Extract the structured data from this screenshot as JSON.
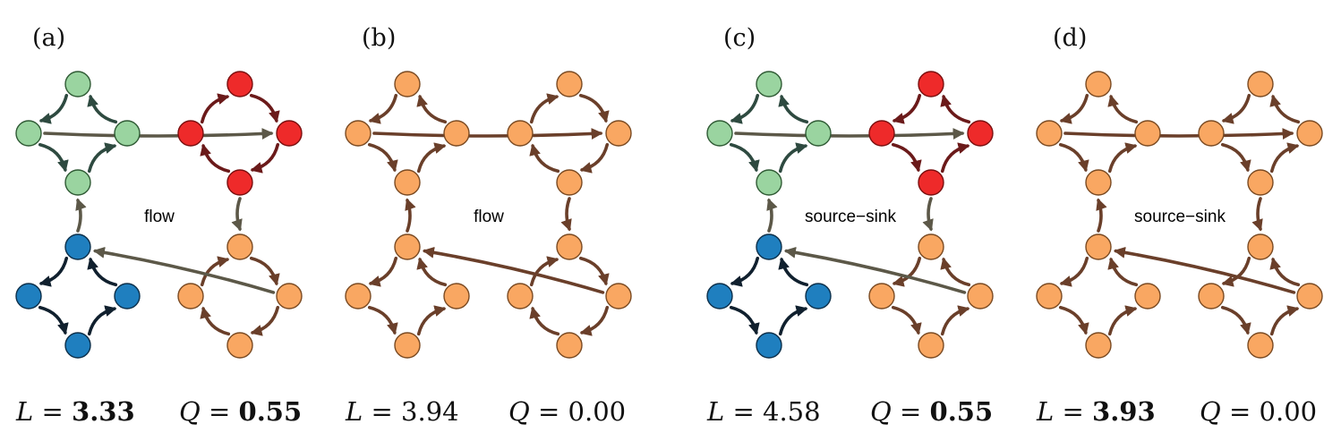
{
  "palette": {
    "green": {
      "fill": "#9ad4a0",
      "stroke": "#2f5a34",
      "edge": "#2e4a40"
    },
    "red": {
      "fill": "#ee2a2a",
      "stroke": "#7a0f0f",
      "edge": "#6b1a1a"
    },
    "blue": {
      "fill": "#1f7fbf",
      "stroke": "#0c2f4a",
      "edge": "#10202e"
    },
    "orange": {
      "fill": "#f9a762",
      "stroke": "#7a4a22",
      "edge": "#6a3f2a"
    },
    "bridge": "#5c5848"
  },
  "panels": [
    {
      "label": "(a)",
      "center_label": "flow",
      "colors": [
        "green",
        "red",
        "blue",
        "orange"
      ],
      "colored_bridges": true,
      "flip": false,
      "metrics": {
        "L_sym": "L",
        "L": "3.33",
        "L_bold": true,
        "Q_sym": "Q",
        "Q": "0.55",
        "Q_bold": true
      }
    },
    {
      "label": "(b)",
      "center_label": "flow",
      "colors": [
        "orange",
        "orange",
        "orange",
        "orange"
      ],
      "colored_bridges": false,
      "flip": false,
      "metrics": {
        "L_sym": "L",
        "L": "3.94",
        "L_bold": false,
        "Q_sym": "Q",
        "Q": "0.00",
        "Q_bold": false
      }
    },
    {
      "label": "(c)",
      "center_label": "source−sink",
      "colors": [
        "green",
        "red",
        "blue",
        "orange"
      ],
      "colored_bridges": true,
      "flip": true,
      "metrics": {
        "L_sym": "L",
        "L": "4.58",
        "L_bold": false,
        "Q_sym": "Q",
        "Q": "0.55",
        "Q_bold": true
      }
    },
    {
      "label": "(d)",
      "center_label": "source−sink",
      "colors": [
        "orange",
        "orange",
        "orange",
        "orange"
      ],
      "colored_bridges": false,
      "flip": true,
      "metrics": {
        "L_sym": "L",
        "L": "3.93",
        "L_bold": true,
        "Q_sym": "Q",
        "Q": "0.00",
        "Q_bold": false
      }
    }
  ]
}
